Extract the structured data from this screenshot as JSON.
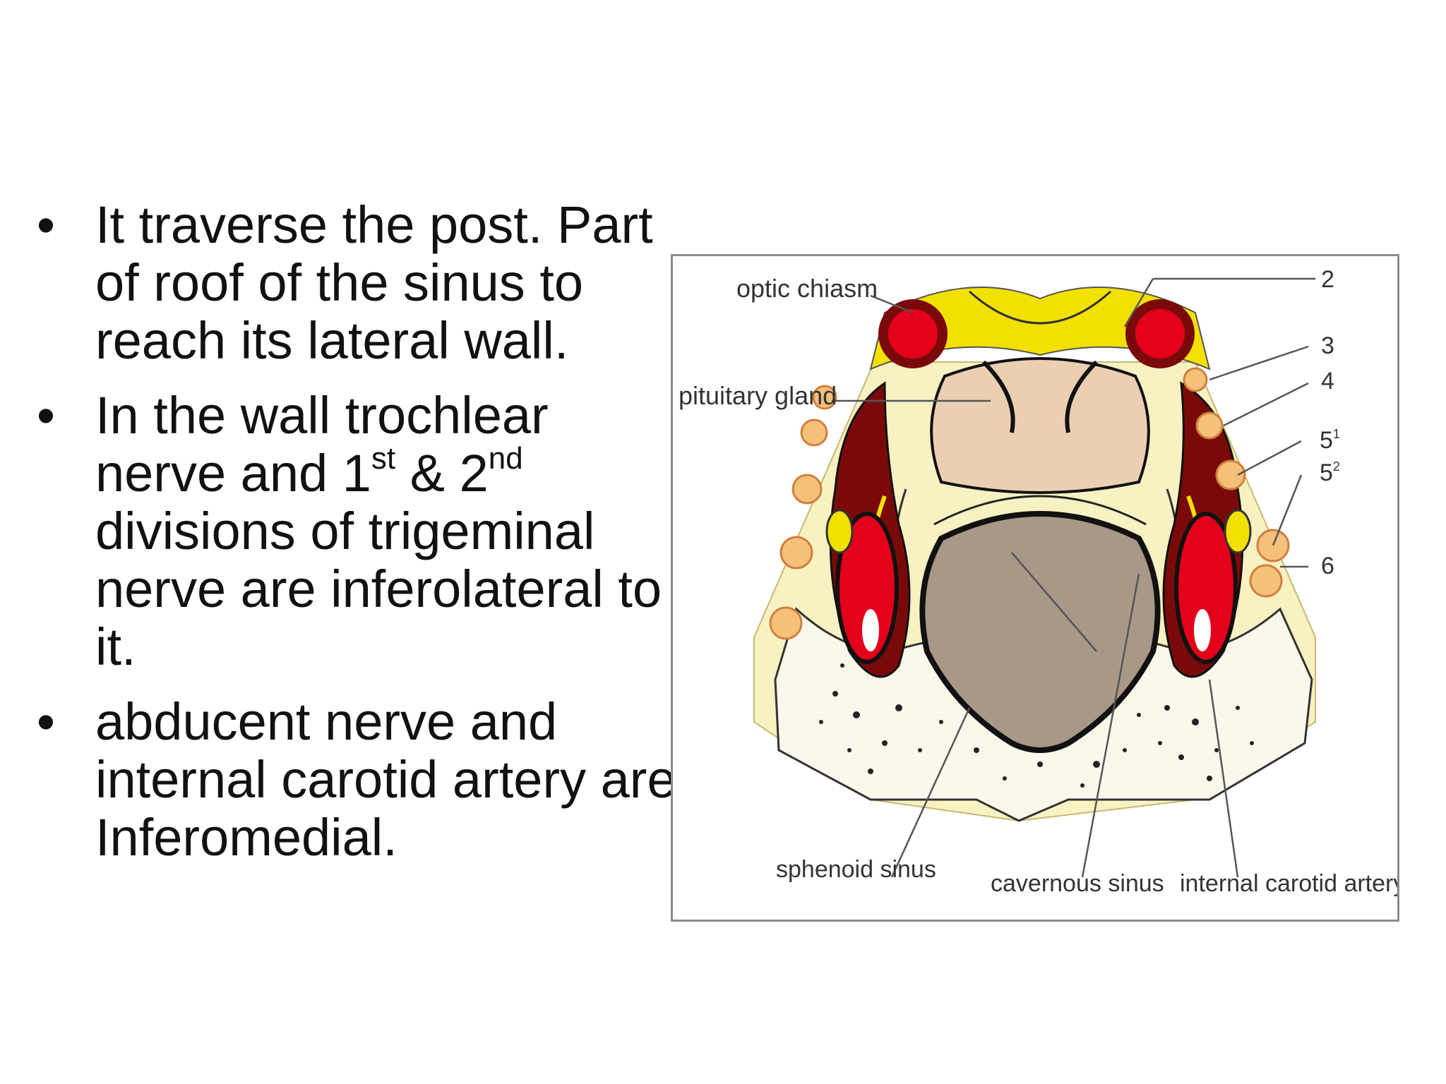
{
  "slide": {
    "bullets": [
      {
        "text": "It traverse the post. Part of roof of the sinus to reach its lateral wall."
      },
      {
        "pre": "In the wall trochlear nerve and 1",
        "sup1": "st",
        "mid": " & 2",
        "sup2": "nd",
        "post": " divisions of trigeminal nerve are inferolateral to it."
      },
      {
        "text": "abducent nerve and internal carotid artery are Inferomedial."
      }
    ]
  },
  "figure": {
    "labels": {
      "optic_chiasm": "optic chiasm",
      "pituitary_gland": "pituitary gland",
      "sphenoid_sinus": "sphenoid sinus",
      "cavernous_sinus": "cavernous sinus",
      "internal_carotid_artery": "internal carotid artery",
      "num_2": "2",
      "num_3": "3",
      "num_4": "4",
      "num_5a": "5",
      "num_5a_sup": "1",
      "num_5b": "5",
      "num_5b_sup": "2",
      "num_6": "6"
    },
    "colors": {
      "yellow": "#f2e000",
      "red": "#e3001b",
      "dark_red": "#7a0a0a",
      "pale_yellow": "#f8f1c2",
      "peach": "#f4c07a",
      "pituitary": "#eacfb2",
      "sinus_gray": "#a89888"
    }
  }
}
